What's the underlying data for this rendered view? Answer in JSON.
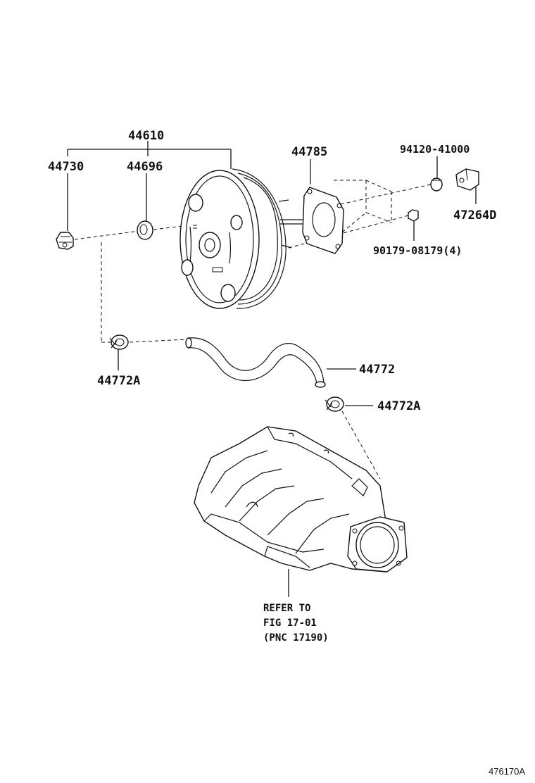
{
  "labels": {
    "booster_assy": "44610",
    "check_valve": "44730",
    "grommet": "44696",
    "gasket": "44785",
    "clevis_pin_code": "94120-41000",
    "clevis": "47264D",
    "nut": "90179-08179(4)",
    "hose_clamp_left": "44772A",
    "vacuum_hose": "44772",
    "hose_clamp_right": "44772A"
  },
  "refer": {
    "line1": "REFER TO",
    "line2": "FIG 17-01",
    "line3": "(PNC 17190)"
  },
  "illustration_code": "476170A"
}
